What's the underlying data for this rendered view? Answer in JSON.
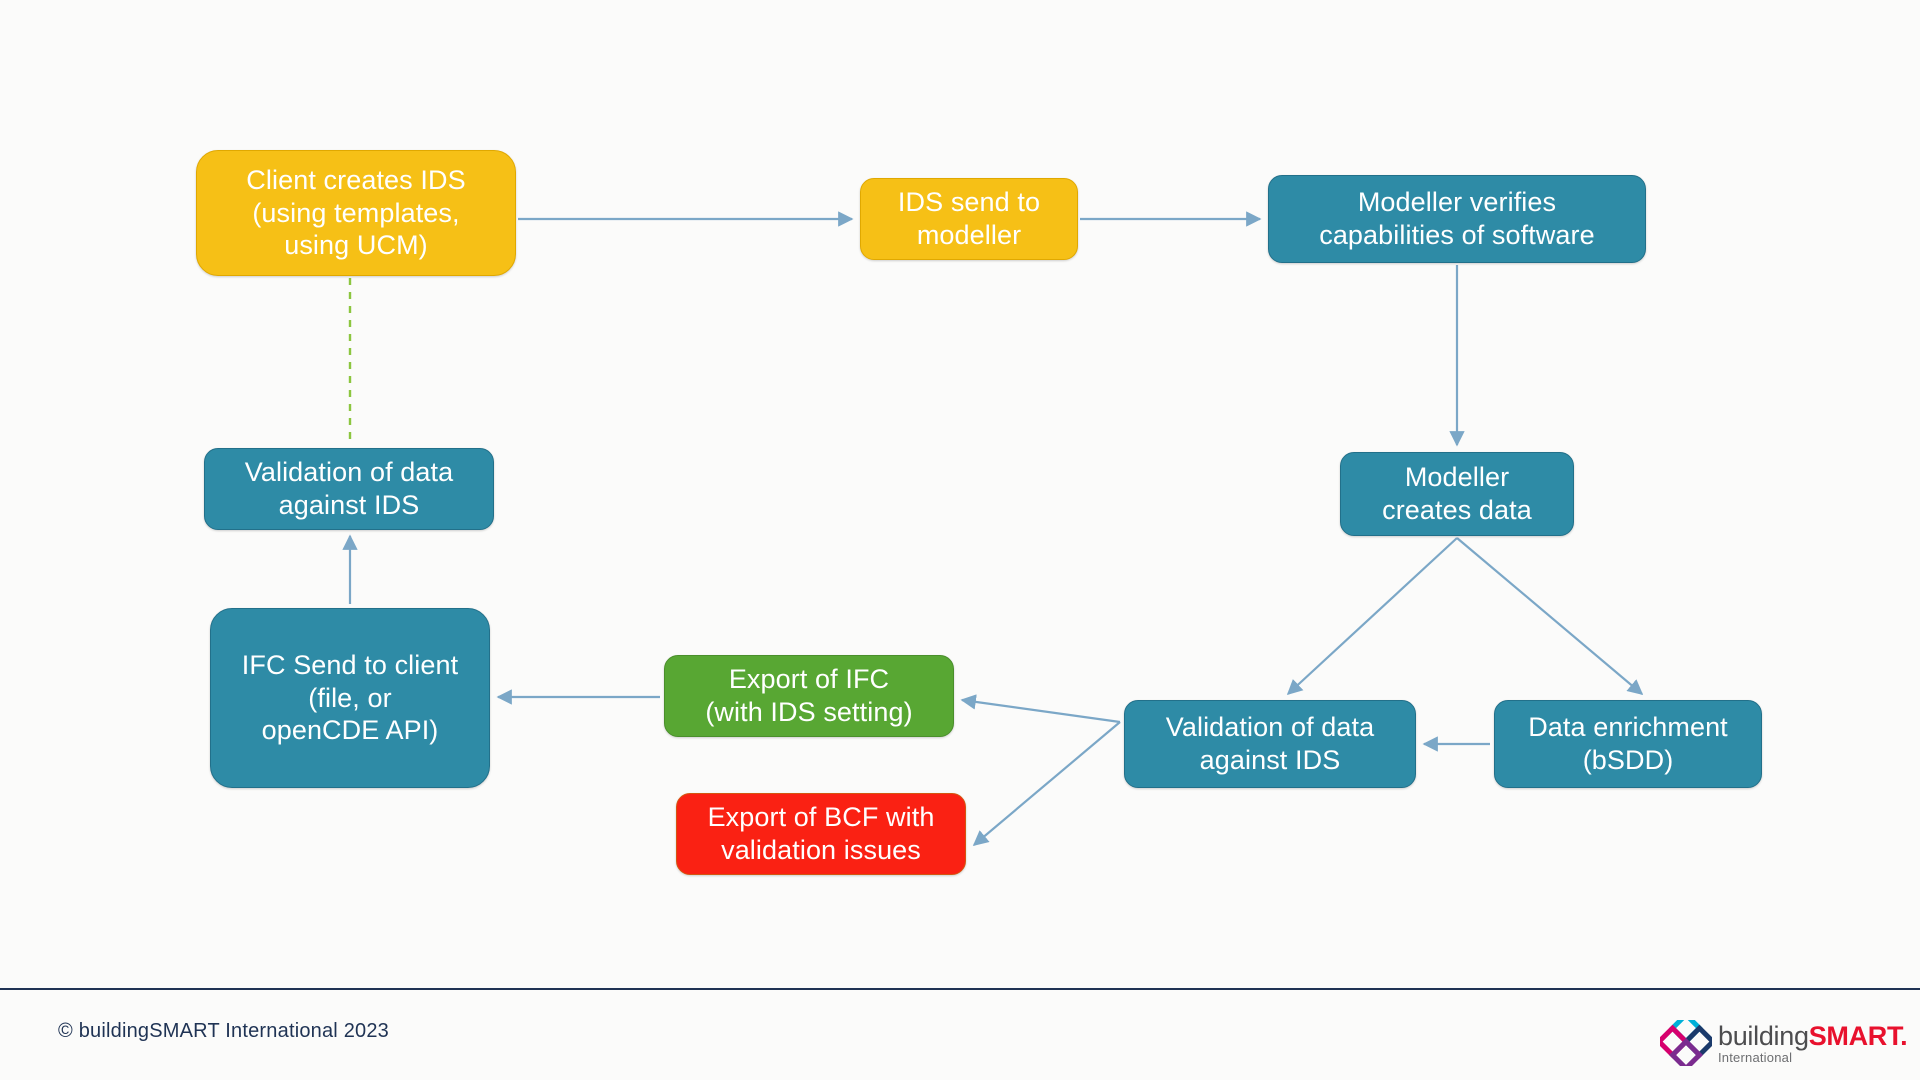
{
  "diagram": {
    "nodes": [
      {
        "id": "client",
        "label": "Client creates IDS\n(using templates,\nusing UCM)",
        "color": "#f6c016"
      },
      {
        "id": "ids_send",
        "label": "IDS send to\nmodeller",
        "color": "#f6c016"
      },
      {
        "id": "verifies",
        "label": "Modeller verifies\ncapabilities of software",
        "color": "#2e8ba6"
      },
      {
        "id": "creates",
        "label": "Modeller\ncreates data",
        "color": "#2e8ba6"
      },
      {
        "id": "val_right",
        "label": "Validation of data\nagainst IDS",
        "color": "#2e8ba6"
      },
      {
        "id": "enrichment",
        "label": "Data enrichment\n(bSDD)",
        "color": "#2e8ba6"
      },
      {
        "id": "export_ifc",
        "label": "Export of IFC\n(with IDS setting)",
        "color": "#58a733"
      },
      {
        "id": "export_bcf",
        "label": "Export of BCF with\nvalidation issues",
        "color": "#fa2113"
      },
      {
        "id": "val_left",
        "label": "Validation of data\nagainst IDS",
        "color": "#2e8ba6"
      },
      {
        "id": "ifc_client",
        "label": "IFC Send to client\n(file, or\nopenCDE API)",
        "color": "#2e8ba6"
      }
    ],
    "edges": [
      {
        "from": "client",
        "to": "ids_send",
        "style": "solid",
        "color": "#7ba7c7"
      },
      {
        "from": "ids_send",
        "to": "verifies",
        "style": "solid",
        "color": "#7ba7c7"
      },
      {
        "from": "verifies",
        "to": "creates",
        "style": "solid",
        "color": "#7ba7c7"
      },
      {
        "from": "creates",
        "to": "val_right",
        "style": "solid",
        "color": "#7ba7c7"
      },
      {
        "from": "creates",
        "to": "enrichment",
        "style": "solid",
        "color": "#7ba7c7"
      },
      {
        "from": "enrichment",
        "to": "val_right",
        "style": "solid",
        "color": "#7ba7c7"
      },
      {
        "from": "val_right",
        "to": "export_ifc",
        "style": "solid",
        "color": "#7ba7c7"
      },
      {
        "from": "val_right",
        "to": "export_bcf",
        "style": "solid",
        "color": "#7ba7c7"
      },
      {
        "from": "export_ifc",
        "to": "ifc_client",
        "style": "solid",
        "color": "#7ba7c7"
      },
      {
        "from": "ifc_client",
        "to": "val_left",
        "style": "solid",
        "color": "#7ba7c7"
      },
      {
        "from": "client",
        "to": "val_left",
        "style": "dashed",
        "color": "#8cc63f"
      }
    ],
    "arrow_color": "#7ba7c7",
    "dashed_color": "#8cc63f"
  },
  "footer": {
    "copyright": "© buildingSMART International 2023",
    "logo": {
      "word_building": "building",
      "word_smart": "SMART.",
      "word_international": "International"
    }
  }
}
